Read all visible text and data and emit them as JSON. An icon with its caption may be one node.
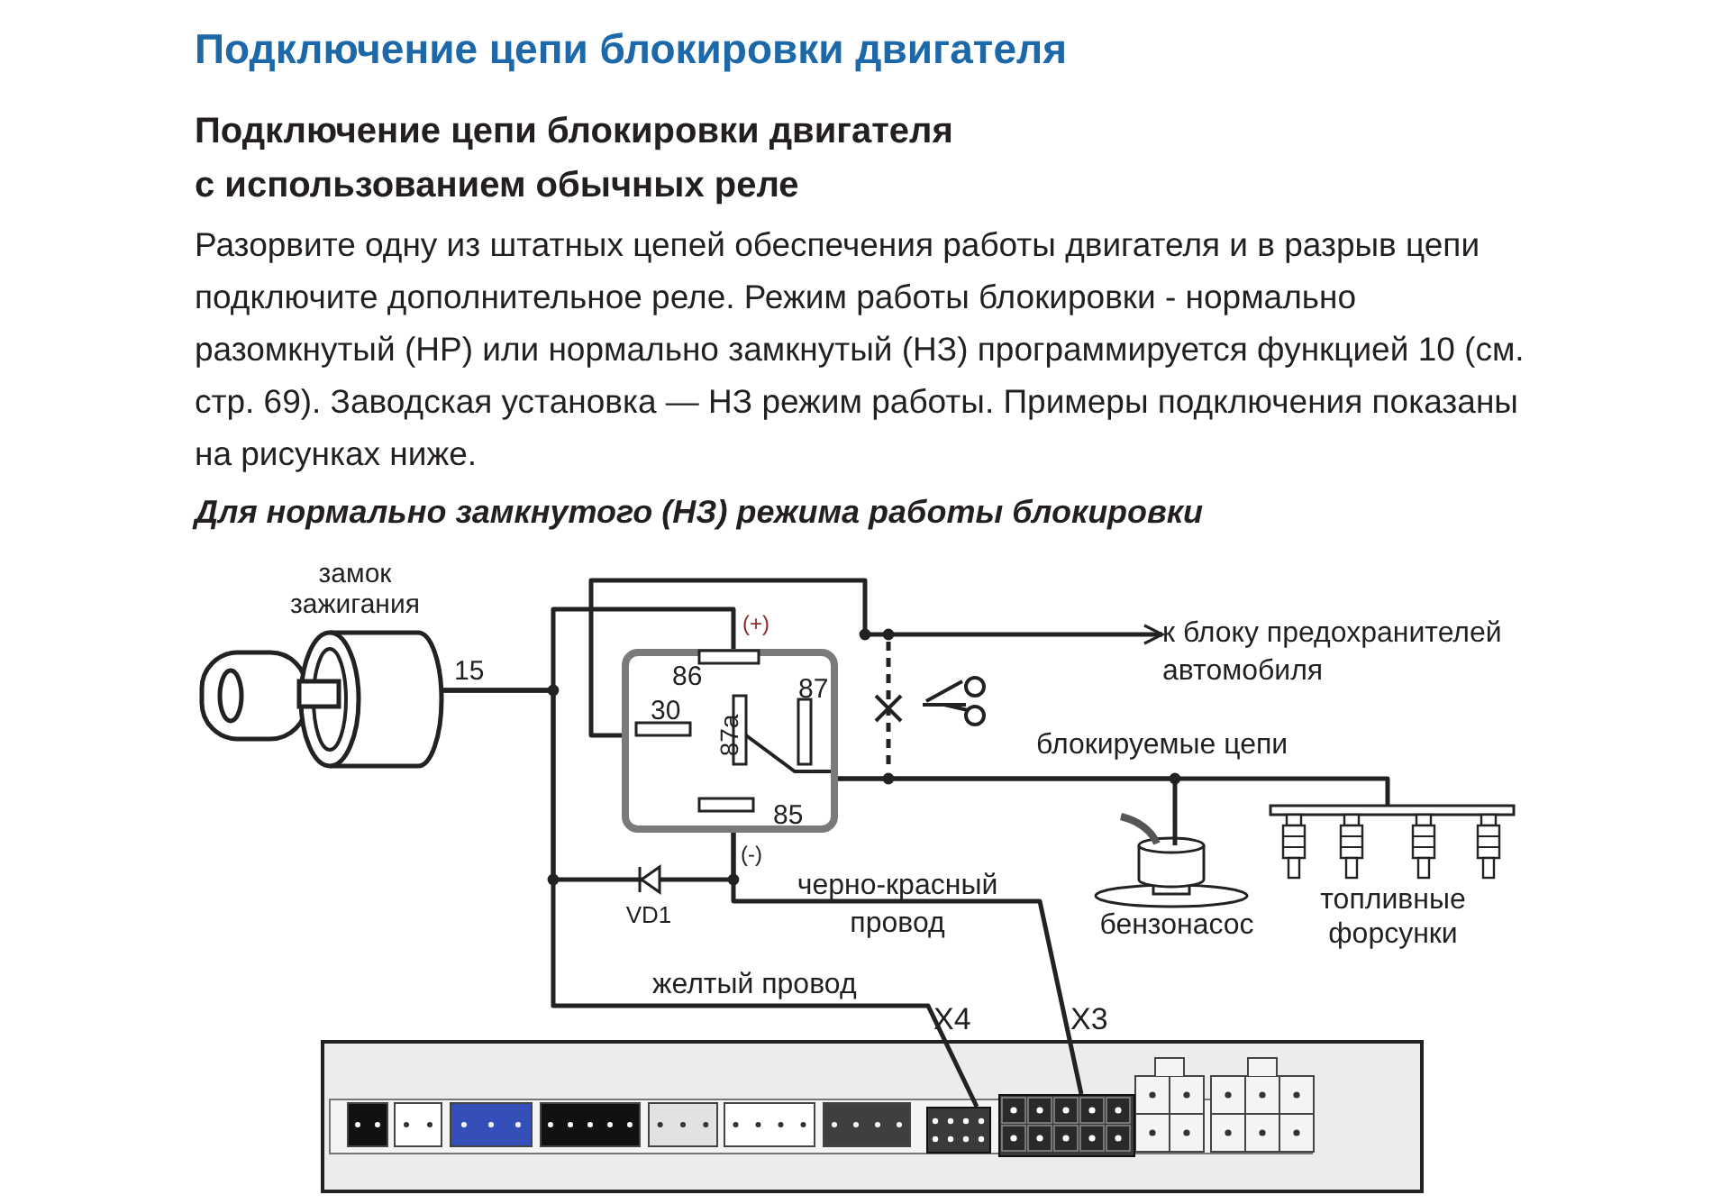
{
  "diagram": {
    "title": "Подключение цепи блокировки двигателя",
    "nodes": [
      {
        "text": [
          "замок зажигания"
        ]
      },
      {
        "text": [
          "86",
          "87",
          "30",
          "87a",
          "85"
        ]
      },
      {
        "text": [
          "к блоку предохранителей автомобиля"
        ]
      },
      {
        "text": [
          "бензонасос"
        ]
      },
      {
        "text": [
          "топливные форсунки"
        ]
      },
      {
        "text": [
          "VD1"
        ]
      },
      {
        "text": [],
        "shape": "picture"
      },
      {
        "text": [],
        "shape": "box",
        "in": 6,
        "beside": [
          "X4"
        ]
      },
      {
        "text": [],
        "shape": "box",
        "in": 6,
        "beside": [
          "X3"
        ]
      }
    ],
    "edges": [
      {
        "from": 0,
        "to": 1,
        "arrow": "none",
        "label": "15"
      },
      {
        "from": 1,
        "to": 2,
        "arrow": "to"
      },
      {
        "from": 1,
        "to": 3,
        "arrow": "none"
      },
      {
        "from": 1,
        "to": 4,
        "arrow": "none",
        "label": "блокируемые цепи"
      },
      {
        "from": 0,
        "to": 5,
        "arrow": "none"
      },
      {
        "from": 5,
        "to": 1,
        "arrow": "none"
      },
      {
        "from": 1,
        "to": 8,
        "arrow": "none",
        "label": "черно-красный провод"
      },
      {
        "from": 0,
        "to": 7,
        "arrow": "none",
        "label": "желтый провод"
      }
    ],
    "labels": [
      "Подключение цепи блокировки двигателя с использованием обычных реле",
      "Разорвите одну из штатных цепей обеспечения работы двигателя и в разрыв цепи подключите дополнительное реле. Режим работы блокировки - нормально разомкнутый (НР) или нормально замкнутый (НЗ) программируется функцией 10 (см. стр. 69). Заводская установка — НЗ режим работы. Примеры подключения показаны на рисунках ниже.",
      "Для нормально замкнутого (НЗ) режима работы блокировки",
      "(+)",
      "(-)"
    ]
  }
}
